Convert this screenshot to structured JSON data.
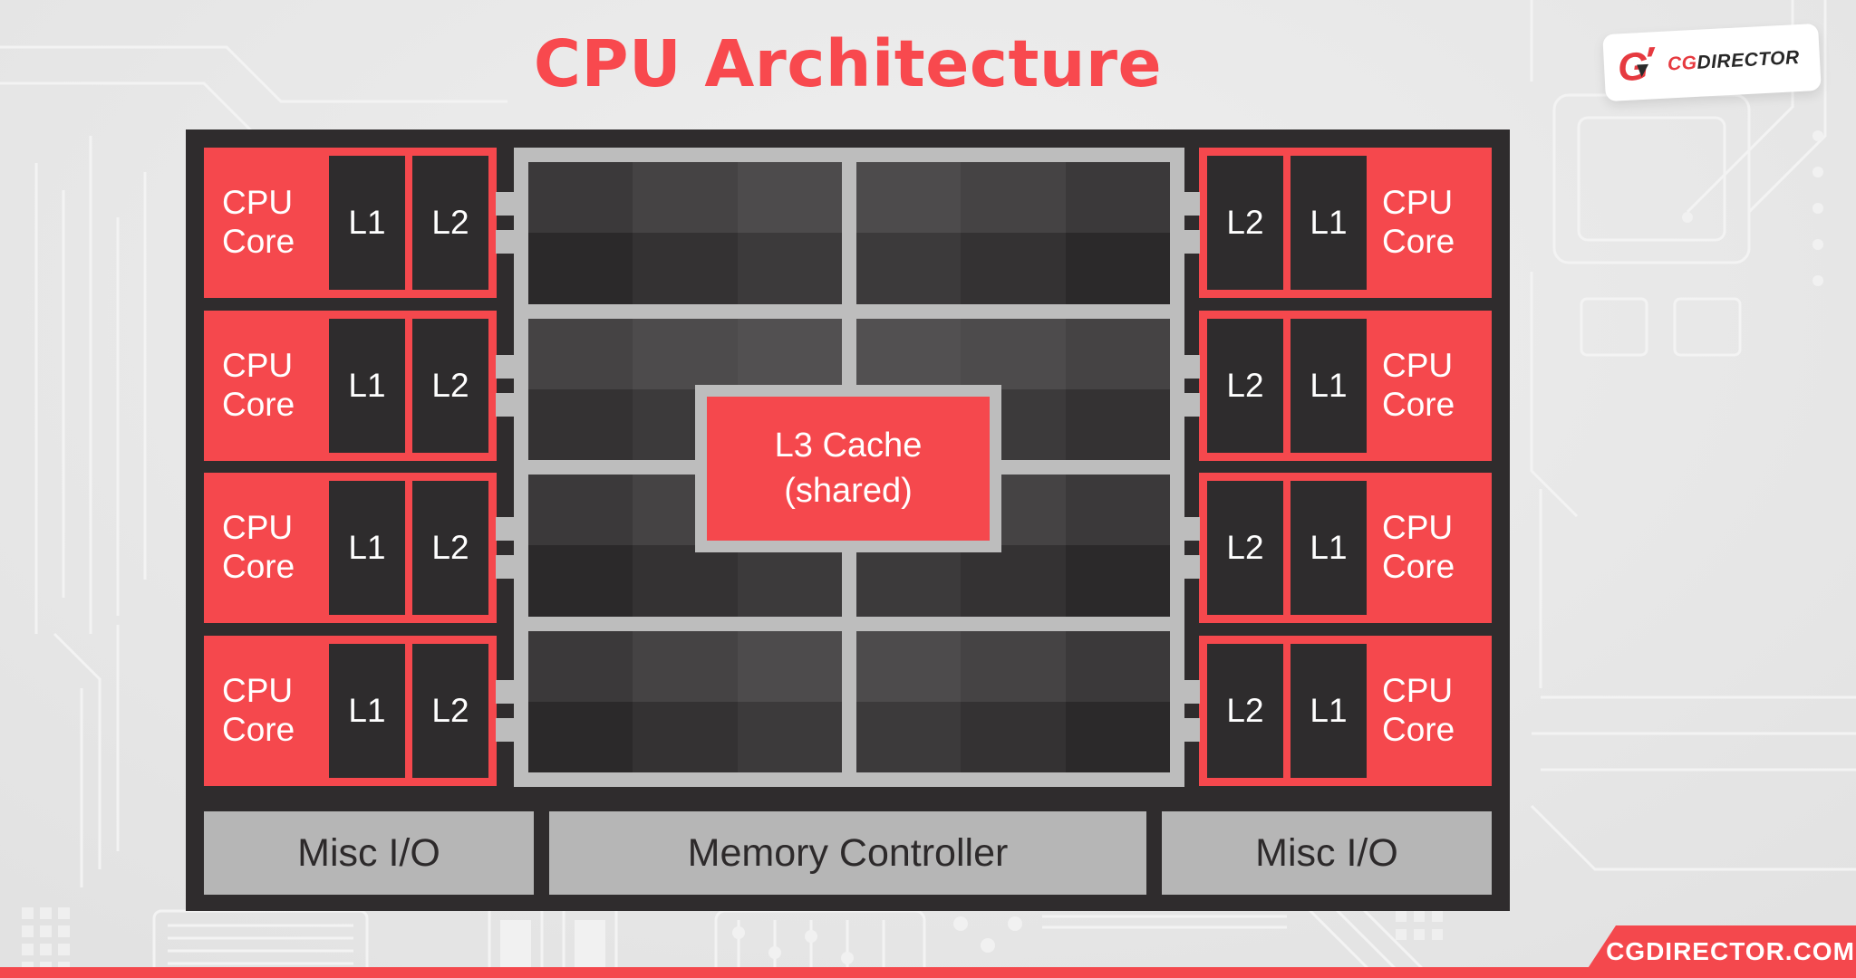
{
  "page": {
    "title": "CPU Architecture"
  },
  "branding": {
    "logo_g": "G",
    "logo_cg": "CG",
    "logo_director": "DIRECTOR",
    "site_badge": "CGDIRECTOR.COM"
  },
  "chip": {
    "left_cores": [
      {
        "label": "CPU Core",
        "caches": [
          "L1",
          "L2"
        ]
      },
      {
        "label": "CPU Core",
        "caches": [
          "L1",
          "L2"
        ]
      },
      {
        "label": "CPU Core",
        "caches": [
          "L1",
          "L2"
        ]
      },
      {
        "label": "CPU Core",
        "caches": [
          "L1",
          "L2"
        ]
      }
    ],
    "right_cores": [
      {
        "label": "CPU Core",
        "caches": [
          "L2",
          "L1"
        ]
      },
      {
        "label": "CPU Core",
        "caches": [
          "L2",
          "L1"
        ]
      },
      {
        "label": "CPU Core",
        "caches": [
          "L2",
          "L1"
        ]
      },
      {
        "label": "CPU Core",
        "caches": [
          "L2",
          "L1"
        ]
      }
    ],
    "l3": {
      "line1": "L3 Cache",
      "line2": "(shared)"
    },
    "bottom_blocks": [
      "Misc I/O",
      "Memory Controller",
      "Misc I/O"
    ],
    "colors": {
      "accent_red": "#f5484d",
      "title_red": "#f8494e",
      "badge_red": "#f4484d",
      "logo_red": "#e63a40",
      "die_dark": "#2f2c2d",
      "cache_dark": "#2e2c2d",
      "frame_gray": "#bdbdbd",
      "io_gray": "#b6b6b6",
      "background": "#e8e8e8",
      "text_light": "#ffffff",
      "text_dark": "#2d2a2b"
    },
    "tile_palette": {
      "light_row": [
        "#3b393a",
        "#454344",
        "#4d4b4c",
        "#525051"
      ],
      "dark_row": [
        "#2b292a",
        "#343233",
        "#3c3a3b",
        "#423f40"
      ]
    }
  }
}
